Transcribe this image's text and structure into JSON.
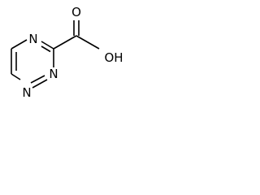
{
  "molecule": {
    "atoms": {
      "ring_n_top": "N",
      "ring_n_bottom_right": "N",
      "ring_n_bottom_left": "N",
      "hydroxyl": "OH",
      "carbonyl_o": "O"
    }
  }
}
